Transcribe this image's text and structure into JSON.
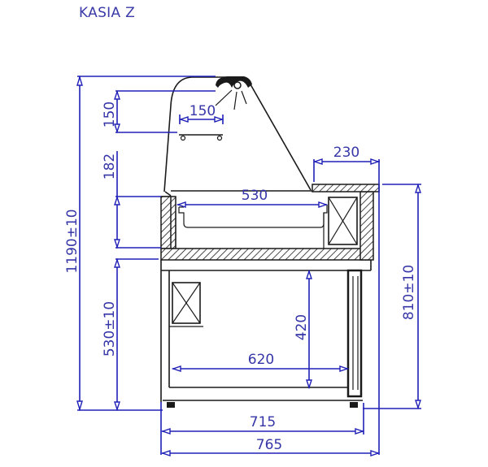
{
  "title": "KASIA Z",
  "dimensions": {
    "canopy_height": "150",
    "lamp_width": "150",
    "glass_height": "182",
    "top_shelf_width": "230",
    "display_width": "530",
    "total_height": "1190±10",
    "counter_height": "810±10",
    "base_height": "530±10",
    "storage_height": "420",
    "storage_width": "620",
    "body_depth": "715",
    "total_depth": "765"
  },
  "colors": {
    "dimension_line": "#2020b8",
    "dimension_text": "#3636a8",
    "outline": "#1a1a1a"
  }
}
